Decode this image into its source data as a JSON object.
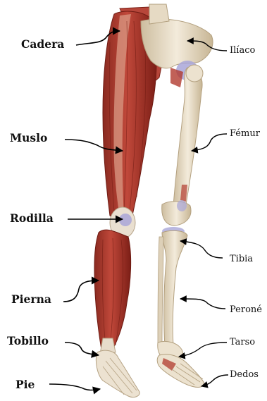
{
  "labels_left": [
    {
      "id": "cadera",
      "text": "Cadera"
    },
    {
      "id": "muslo",
      "text": "Muslo"
    },
    {
      "id": "rodilla",
      "text": "Rodilla"
    },
    {
      "id": "pierna",
      "text": "Pierna"
    },
    {
      "id": "tobillo",
      "text": "Tobillo"
    },
    {
      "id": "pie",
      "text": "Pie"
    }
  ],
  "labels_right": [
    {
      "id": "iliaco",
      "text": "Ilíaco"
    },
    {
      "id": "femur",
      "text": "Fémur"
    },
    {
      "id": "tibia",
      "text": "Tibia"
    },
    {
      "id": "perone",
      "text": "Peroné"
    },
    {
      "id": "tarso",
      "text": "Tarso"
    },
    {
      "id": "dedos",
      "text": "Dedos"
    }
  ],
  "colors": {
    "muscle": "#b23a2e",
    "muscle_dark": "#7e1f17",
    "muscle_light": "#cf6a58",
    "bone": "#ece2cf",
    "bone_shadow": "#c9b89b",
    "cartilage": "#a9a6d8",
    "arrow": "#000000"
  }
}
